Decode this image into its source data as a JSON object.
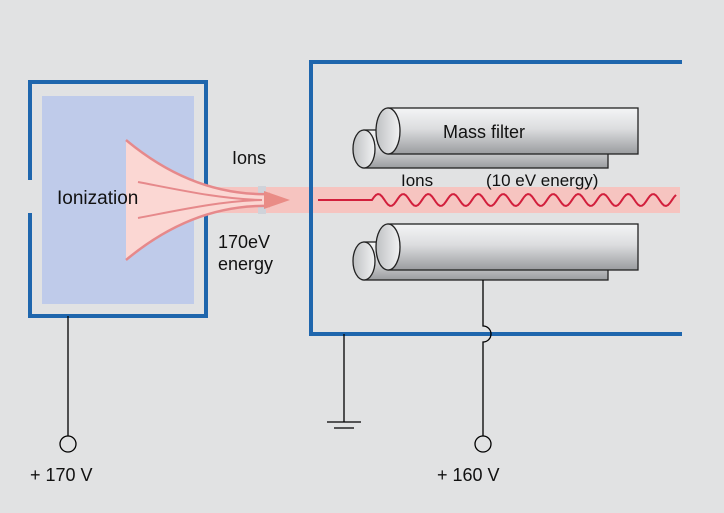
{
  "labels": {
    "ionization": "Ionization",
    "ions_left": "Ions",
    "energy_left_line1": "170eV",
    "energy_left_line2": "energy",
    "mass_filter": "Mass filter",
    "ions_right": "Ions",
    "energy_right": "(10 eV energy)",
    "voltage_left": "+ 170 V",
    "voltage_right": "+ 160 V"
  },
  "colors": {
    "background": "#e1e2e3",
    "frame": "#1f66ad",
    "ionization_chamber": "#bfcbea",
    "ion_beam": "#f6c4c0",
    "ion_funnel": "#e6898b",
    "ion_path": "#d21f3c",
    "rod": "#d6d7d8",
    "wire": "#000000"
  }
}
